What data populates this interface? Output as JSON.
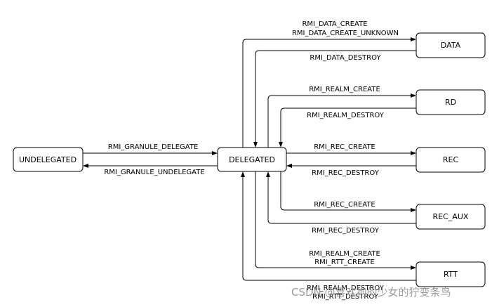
{
  "states": {
    "undelegated": "UNDELEGATED",
    "delegated": "DELEGATED",
    "data": "DATA",
    "rd": "RD",
    "rec": "REC",
    "rec_aux": "REC_AUX",
    "rtt": "RTT"
  },
  "transitions": {
    "granule_delegate": "RMI_GRANULE_DELEGATE",
    "granule_undelegate": "RMI_GRANULE_UNDELEGATE",
    "data_create": "RMI_DATA_CREATE",
    "data_create_unknown": "RMI_DATA_CREATE_UNKNOWN",
    "data_destroy": "RMI_DATA_DESTROY",
    "realm_create": "RMI_REALM_CREATE",
    "realm_destroy": "RMI_REALM_DESTROY",
    "rec_create": "RMI_REC_CREATE",
    "rec_destroy": "RMI_REC_DESTROY",
    "rec_aux_create": "RMI_REC_CREATE",
    "rec_aux_destroy": "RMI_REC_DESTROY",
    "rtt_realm_create": "RMI_REALM_CREATE",
    "rtt_create": "RMI_RTT_CREATE",
    "rtt_realm_destroy": "RMI_REALM_DESTROY",
    "rtt_destroy": "RMI_RTT_DESTROY"
  },
  "watermark": "CSDN @喜欢狗的少女的狞变条鸟"
}
